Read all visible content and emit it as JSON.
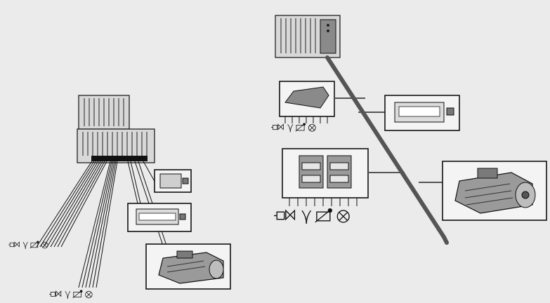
{
  "diagram": {
    "left": {
      "controller": "plc-rack-stacked",
      "wiring": "point-to-point",
      "devices": [
        "operator-panel",
        "drive",
        "motor"
      ],
      "field_symbols": [
        "valve-icon",
        "sensor-icon",
        "actuator-icon",
        "lamp-icon"
      ]
    },
    "right": {
      "controller": "plc-rack",
      "wiring": "fieldbus",
      "devices": [
        "remote-io-module",
        "drive",
        "distributed-io-station",
        "motor"
      ],
      "field_symbols": [
        "valve-icon",
        "sensor-icon",
        "actuator-icon",
        "lamp-icon"
      ]
    },
    "colors": {
      "background": "#ebebeb",
      "lines": "#111111",
      "bus": "#555555"
    }
  }
}
